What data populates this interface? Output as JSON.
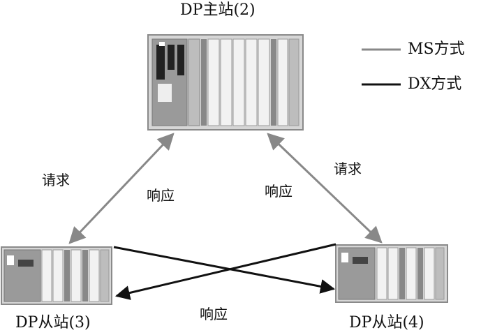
{
  "nodes": {
    "master": {
      "label": "DP主站(2)"
    },
    "slave_left": {
      "label": "DP从站(3)"
    },
    "slave_right": {
      "label": "DP从站(4)"
    }
  },
  "legend": {
    "items": [
      {
        "label": "MS方式",
        "color": "#888888"
      },
      {
        "label": "DX方式",
        "color": "#111111"
      }
    ]
  },
  "edges": {
    "request_left": "请求",
    "response_left": "响应",
    "response_right": "响应",
    "request_right": "请求",
    "response_bottom": "响应"
  },
  "colors": {
    "ms_line": "#888888",
    "dx_line": "#111111"
  }
}
